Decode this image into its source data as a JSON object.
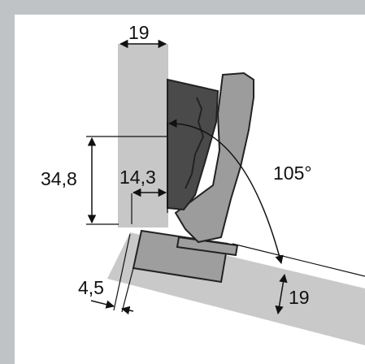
{
  "diagram": {
    "dimensions": {
      "panel_thickness_top": "19",
      "mount_height": "34,8",
      "cup_offset": "14,3",
      "door_gap": "4,5",
      "panel_thickness_bottom": "19",
      "opening_angle": "105°"
    },
    "colors": {
      "frame": "#bfc3c6",
      "background": "#ffffff",
      "panel": "#c7c7c7",
      "hinge_arm": "#9a9a9a",
      "hinge_plate": "#4a4a4a",
      "line": "#111111"
    }
  }
}
